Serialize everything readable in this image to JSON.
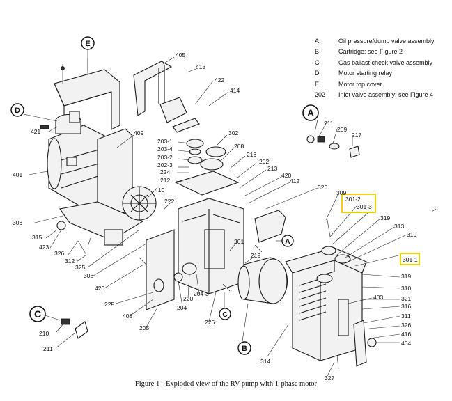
{
  "legend": [
    {
      "key": "A",
      "text": "Oil pressure/dump valve assembly"
    },
    {
      "key": "B",
      "text": "Cartridge: see Figure 2"
    },
    {
      "key": "C",
      "text": "Gas ballast check valve assembly"
    },
    {
      "key": "D",
      "text": "Motor starting relay"
    },
    {
      "key": "E",
      "text": "Motor top cover"
    },
    {
      "key": "202",
      "text": "Inlet valve assembly: see Figure 4"
    }
  ],
  "caption": "Figure 1 - Exploded view of the RV pump with 1-phase motor",
  "circle_letters": {
    "E": "E",
    "D": "D",
    "A_big": "A",
    "A_small": "A",
    "B": "B",
    "C_small": "C",
    "C_big": "C"
  },
  "part_labels": {
    "l405": "405",
    "l413": "413",
    "l422": "422",
    "l414": "414",
    "l421": "421",
    "l409": "409",
    "l302": "302",
    "l203_1": "203-1",
    "l203_4": "203-4",
    "l203_2": "203-2",
    "l202_3": "202-3",
    "l224": "224",
    "l212": "212",
    "l208": "208",
    "l216": "216",
    "l202": "202",
    "l213": "213",
    "l420a": "420",
    "l412": "412",
    "l326a": "326",
    "l401": "401",
    "l410": "410",
    "l222": "222",
    "l306": "306",
    "l315": "315",
    "l423": "423",
    "l326b": "326",
    "l312": "312",
    "l325": "325",
    "l308": "308",
    "l420b": "420",
    "l225": "225",
    "l408": "408",
    "l205": "205",
    "l204": "204",
    "l220": "220",
    "l204_3": "204-3",
    "l226": "226",
    "l201": "201",
    "l219": "219",
    "l211a": "211",
    "l209": "209",
    "l217": "217",
    "l309": "309",
    "l301_2": "301-2",
    "l301_3": "301-3",
    "l319a": "319",
    "l313": "313",
    "l319b": "319",
    "l301_1": "301-1",
    "l319c": "319",
    "l310": "310",
    "l403": "403",
    "l321": "321",
    "l316": "316",
    "l311": "311",
    "l326c": "326",
    "l416": "416",
    "l404": "404",
    "l314": "314",
    "l327": "327",
    "l210": "210",
    "l211b": "211"
  },
  "highlight_color": "#e8d21a"
}
